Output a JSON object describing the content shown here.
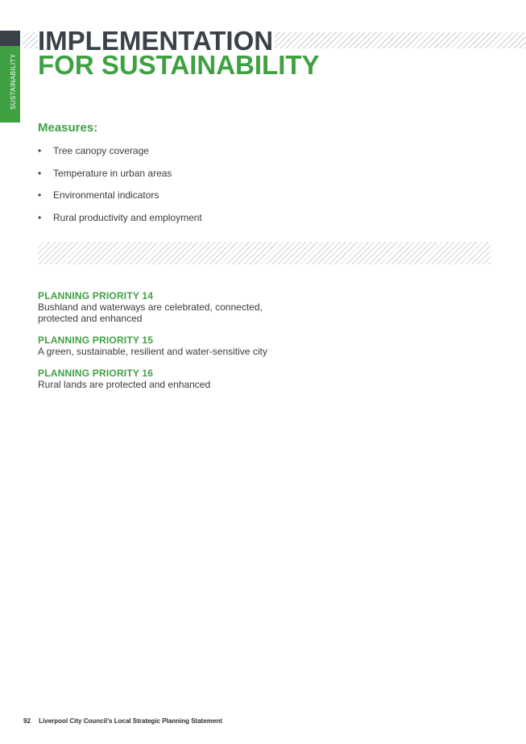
{
  "side_tab": {
    "label": "SUSTAINABILITY"
  },
  "title": {
    "line1": "IMPLEMENTATION",
    "line2": "FOR SUSTAINABILITY"
  },
  "measures": {
    "heading": "Measures:",
    "items": [
      "Tree canopy coverage",
      "Temperature in urban areas",
      "Environmental indicators",
      "Rural productivity and employment"
    ]
  },
  "priorities": [
    {
      "title": "PLANNING PRIORITY 14",
      "text": "Bushland and waterways are celebrated, connected, protected and enhanced"
    },
    {
      "title": "PLANNING PRIORITY 15",
      "text": "A green, sustainable, resilient and water-sensitive city"
    },
    {
      "title": "PLANNING PRIORITY 16",
      "text": "Rural lands are protected and enhanced"
    }
  ],
  "footer": {
    "page_number": "92",
    "document_title": "Liverpool City Council’s Local Strategic Planning Statement"
  },
  "colors": {
    "accent_green": "#3fa142",
    "dark_slate": "#3b4148"
  }
}
